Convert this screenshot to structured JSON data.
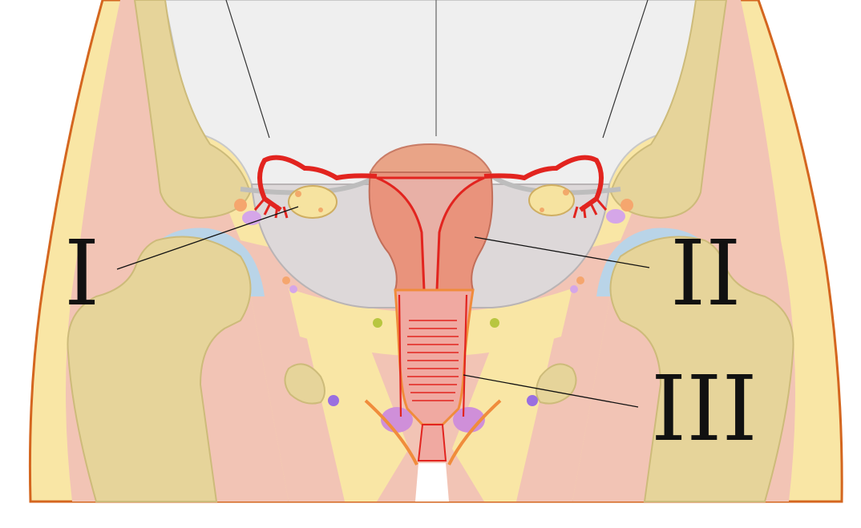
{
  "labels": {
    "one": "I",
    "two": "II",
    "three": "III"
  },
  "colors": {
    "skin": "#f9e6a5",
    "skin_outline": "#d4661f",
    "muscle": "#f2c4b5",
    "bone": "#e6d49a",
    "bone_outline": "#cdbb7a",
    "pelvic_floor": "#ddd8d9",
    "abdomen": "#efefef",
    "uterus": "#e9937c",
    "vagina": "#f0a9a1",
    "tube_red": "#e2241f",
    "ovary": "#f6e3a0",
    "lymph_purple": "#c98fe0",
    "node_green": "#b8c640",
    "cartilage_blue": "#b9d4e8",
    "leader_line": "#111111"
  }
}
